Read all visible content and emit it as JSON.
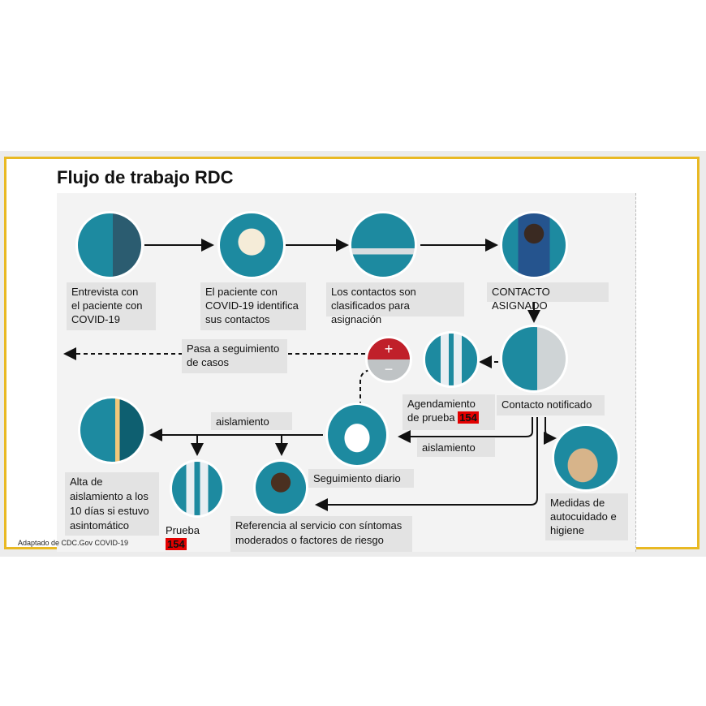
{
  "title": "Flujo de trabajo RDC",
  "footer": "Adaptado de CDC.Gov COVID-19",
  "steps": {
    "entrevista": [
      "Entrevista con",
      "el paciente con",
      "COVID-19"
    ],
    "identifica": [
      "El paciente con",
      "COVID-19 identifica",
      "sus contactos"
    ],
    "clasificados": [
      "Los contactos son",
      "clasificados para asignación"
    ],
    "asignado": "CONTACTO ASIGNADO",
    "pasa": [
      "Pasa a seguimiento",
      "de casos"
    ],
    "agendamiento": [
      "Agendamiento",
      "de prueba"
    ],
    "agendamiento_num": "154",
    "notificado": "Contacto notificado",
    "aislamiento_top": "aislamiento",
    "aislamiento_right": "aislamiento",
    "seguimiento": "Seguimiento diario",
    "alta": [
      "Alta de",
      "aislamiento a los",
      "10 días si estuvo",
      "asintomático"
    ],
    "prueba": "Prueba",
    "prueba_num": "154",
    "referencia": [
      "Referencia al servicio con síntomas",
      "moderados o factores de riesgo"
    ],
    "medidas": [
      "Medidas de",
      "autocuidado e",
      "higiene"
    ],
    "plus": "+",
    "minus": "−"
  },
  "colors": {
    "frame": "#e9b923",
    "circle": "#1d8aa0",
    "highlight": "#e30000",
    "label_bg": "#e3e3e3"
  }
}
